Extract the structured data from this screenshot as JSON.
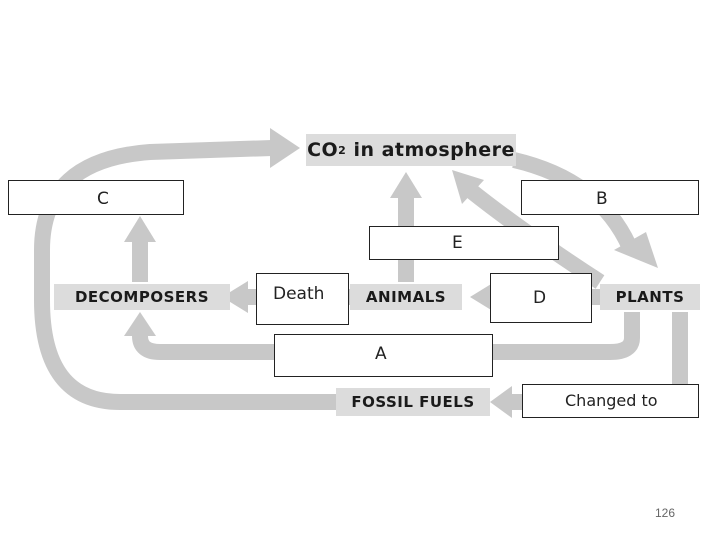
{
  "nodes": {
    "co2": {
      "main": "CO",
      "sub": "2",
      "rest": " in atmosphere"
    },
    "decomposers": "DECOMPOSERS",
    "animals": "ANIMALS",
    "plants": "PLANTS",
    "fossil_fuels": "FOSSIL FUELS"
  },
  "boxes": {
    "c": "C",
    "b": "B",
    "e": "E",
    "death": "Death",
    "d": "D",
    "a": "A",
    "changed_to": "Changed to"
  },
  "page_number": "126",
  "colors": {
    "arrow": "#c8c8c8",
    "node_bg": "#dcdcdc",
    "box_border": "#222222",
    "background": "#ffffff"
  }
}
